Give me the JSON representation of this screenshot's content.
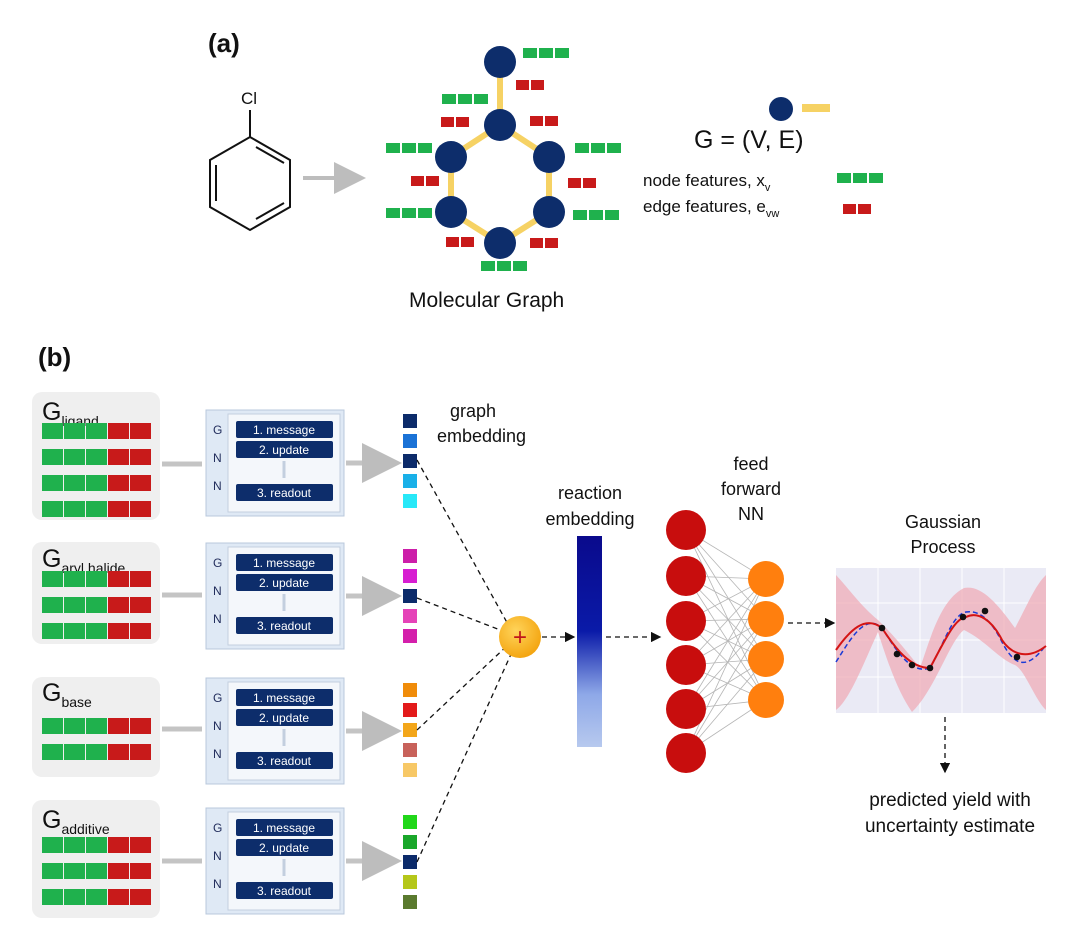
{
  "panel_a": {
    "label": "(a)",
    "atom_label": "Cl",
    "graph_caption": "Molecular Graph",
    "equation": "G = (V,  E)",
    "node_features": {
      "text": "node features, x",
      "sub": "v"
    },
    "edge_features": {
      "text": "edge features, e",
      "sub": "vw"
    }
  },
  "panel_b": {
    "label": "(b)",
    "inputs": [
      {
        "G": "G",
        "sub": "ligand"
      },
      {
        "G": "G",
        "sub": "aryl halide"
      },
      {
        "G": "G",
        "sub": "base"
      },
      {
        "G": "G",
        "sub": "additive"
      }
    ],
    "gnn": {
      "letters": [
        "G",
        "N",
        "N"
      ],
      "steps": [
        "1. message",
        "2. update",
        "3. readout"
      ]
    },
    "graph_embedding": [
      "graph",
      "embedding"
    ],
    "reaction_embedding": [
      "reaction",
      "embedding"
    ],
    "plus_symbol": "+",
    "feed_forward": [
      "feed",
      "forward",
      "NN"
    ],
    "gaussian_process": [
      "Gaussian",
      "Process"
    ],
    "prediction": [
      "predicted yield with",
      "uncertainty  estimate"
    ]
  },
  "colors": {
    "node": "#0d2d6b",
    "edge": "#f6d264",
    "feature_green": "#1fb14d",
    "feature_red": "#c81a1a",
    "gnn_box": "#0d2d6b",
    "plus_fill": "#f7b61c",
    "nn_red": "#c80d0d",
    "nn_orange": "#ff7f0e"
  },
  "embedding_colors": [
    [
      "#0c2b6a",
      "#1a72d6",
      "#0c2b6a",
      "#19b0e8",
      "#28e8f8"
    ],
    [
      "#cc1ea9",
      "#d71ed1",
      "#0c2b6a",
      "#e543b8",
      "#d41fab"
    ],
    [
      "#f08c0a",
      "#e31a1a",
      "#f3a61a",
      "#c8625a",
      "#f7c866"
    ],
    [
      "#21d71a",
      "#1aa72a",
      "#0c2b6a",
      "#b5c71a",
      "#5a7a2e"
    ]
  ]
}
